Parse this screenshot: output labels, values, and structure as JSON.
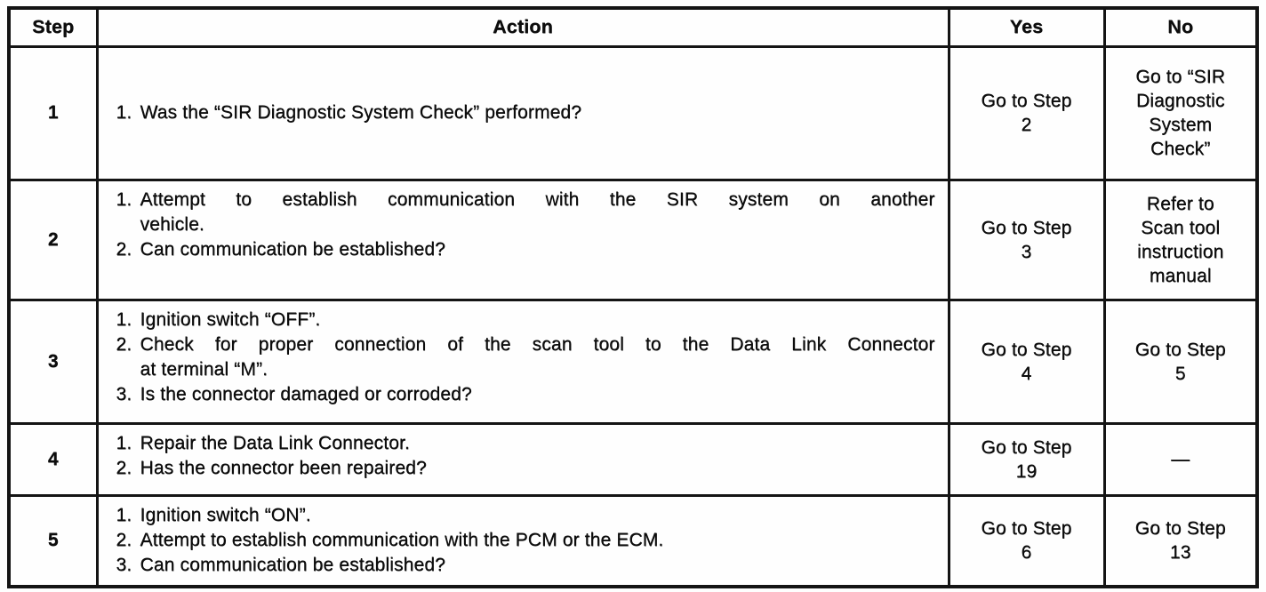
{
  "page": {
    "background": "#fefefe",
    "text_color": "#0d0d0d",
    "border_color": "#141414"
  },
  "table": {
    "columns": [
      {
        "key": "step",
        "label": "Step"
      },
      {
        "key": "action",
        "label": "Action"
      },
      {
        "key": "yes",
        "label": "Yes"
      },
      {
        "key": "no",
        "label": "No"
      }
    ],
    "rows": [
      {
        "step": "1",
        "action_items": [
          {
            "num": "1.",
            "lines": [
              "Was the “SIR Diagnostic System Check” performed?"
            ]
          }
        ],
        "yes_lines": [
          "Go to Step",
          "2"
        ],
        "no_lines": [
          "Go to “SIR",
          "Diagnostic",
          "System",
          "Check”"
        ]
      },
      {
        "step": "2",
        "action_items": [
          {
            "num": "1.",
            "lines": [
              "Attempt to establish communication with the SIR system on another",
              "vehicle."
            ]
          },
          {
            "num": "2.",
            "lines": [
              "Can communication be established?"
            ]
          }
        ],
        "yes_lines": [
          "Go to Step",
          "3"
        ],
        "no_lines": [
          "Refer to",
          "Scan tool",
          "instruction",
          "manual"
        ]
      },
      {
        "step": "3",
        "action_items": [
          {
            "num": "1.",
            "lines": [
              "Ignition switch “OFF”."
            ]
          },
          {
            "num": "2.",
            "lines": [
              "Check for proper connection of the scan tool to the Data Link Connector",
              "at terminal “M”."
            ]
          },
          {
            "num": "3.",
            "lines": [
              "Is the connector damaged or corroded?"
            ]
          }
        ],
        "yes_lines": [
          "Go to Step",
          "4"
        ],
        "no_lines": [
          "Go to Step",
          "5"
        ]
      },
      {
        "step": "4",
        "action_items": [
          {
            "num": "1.",
            "lines": [
              "Repair the Data Link Connector."
            ]
          },
          {
            "num": "2.",
            "lines": [
              "Has the connector been repaired?"
            ]
          }
        ],
        "yes_lines": [
          "Go to Step",
          "19"
        ],
        "no_lines": [
          "—"
        ]
      },
      {
        "step": "5",
        "action_items": [
          {
            "num": "1.",
            "lines": [
              "Ignition switch “ON”."
            ]
          },
          {
            "num": "2.",
            "lines": [
              "Attempt to establish communication with the PCM or the ECM."
            ]
          },
          {
            "num": "3.",
            "lines": [
              "Can communication be established?"
            ]
          }
        ],
        "yes_lines": [
          "Go to Step",
          "6"
        ],
        "no_lines": [
          "Go to Step",
          "13"
        ]
      }
    ]
  }
}
